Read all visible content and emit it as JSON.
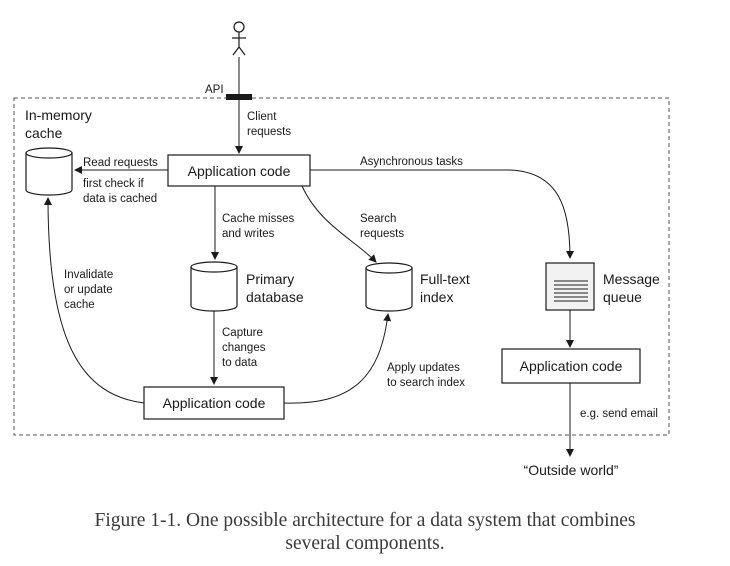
{
  "diagram": {
    "api_label": "API",
    "client_requests": [
      "Client",
      "requests"
    ],
    "in_memory_cache": [
      "In-memory",
      "cache"
    ],
    "read_requests": "Read requests",
    "first_check": [
      "first check if",
      "data is cached"
    ],
    "app_code_top": "Application code",
    "async_tasks": "Asynchronous tasks",
    "cache_misses": [
      "Cache misses",
      "and writes"
    ],
    "search_requests": [
      "Search",
      "requests"
    ],
    "invalidate": [
      "Invalidate",
      "or update",
      "cache"
    ],
    "primary_database": [
      "Primary",
      "database"
    ],
    "full_text_index": [
      "Full-text",
      "index"
    ],
    "message_queue": [
      "Message",
      "queue"
    ],
    "capture_changes": [
      "Capture",
      "changes",
      "to data"
    ],
    "apply_updates": [
      "Apply updates",
      "to search index"
    ],
    "app_code_right": "Application code",
    "app_code_bottom": "Application code",
    "send_email": "e.g. send email",
    "outside_world": "“Outside world”"
  },
  "caption": {
    "line1": "Figure 1-1. One possible architecture for a data system that combines",
    "line2": "several components."
  }
}
